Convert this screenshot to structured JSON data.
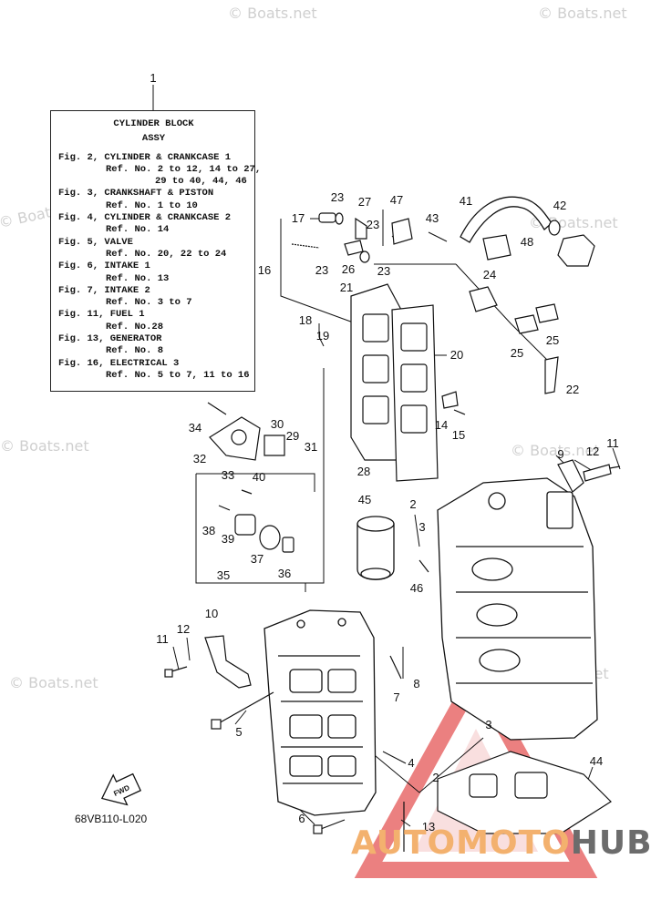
{
  "legend": {
    "title": "CYLINDER BLOCK",
    "subtitle": "ASSY",
    "rows": [
      {
        "fig": "Fig. 2, CYLINDER & CRANKCASE 1",
        "refs": [
          "Ref. No. 2 to 12, 14 to 27,",
          "29 to 40, 44, 46"
        ]
      },
      {
        "fig": "Fig. 3, CRANKSHAFT & PISTON",
        "refs": [
          "Ref. No. 1 to 10"
        ]
      },
      {
        "fig": "Fig. 4, CYLINDER & CRANKCASE 2",
        "refs": [
          "Ref. No. 14"
        ]
      },
      {
        "fig": "Fig. 5, VALVE",
        "refs": [
          "Ref. No. 20, 22 to 24"
        ]
      },
      {
        "fig": "Fig. 6, INTAKE 1",
        "refs": [
          "Ref. No. 13"
        ]
      },
      {
        "fig": "Fig. 7, INTAKE 2",
        "refs": [
          "Ref. No. 3 to 7"
        ]
      },
      {
        "fig": "Fig. 11, FUEL 1",
        "refs": [
          "Ref. No.28"
        ]
      },
      {
        "fig": "Fig. 13, GENERATOR",
        "refs": [
          "Ref. No. 8"
        ]
      },
      {
        "fig": "Fig. 16, ELECTRICAL 3",
        "refs": [
          "Ref. No. 5 to 7, 11 to 16"
        ]
      }
    ]
  },
  "diagram_code": "68VB110-L020",
  "fwd_label": "FWD",
  "watermark": "© Boats.net",
  "brand": {
    "part1": "AUTOMOTO",
    "part2": "HUB"
  },
  "callouts": [
    "1",
    "2",
    "2",
    "3",
    "3",
    "4",
    "5",
    "6",
    "7",
    "8",
    "9",
    "10",
    "11",
    "11",
    "12",
    "12",
    "13",
    "14",
    "15",
    "16",
    "17",
    "18",
    "19",
    "20",
    "21",
    "22",
    "23",
    "23",
    "23",
    "23",
    "24",
    "25",
    "25",
    "26",
    "27",
    "28",
    "29",
    "30",
    "31",
    "32",
    "33",
    "34",
    "35",
    "36",
    "37",
    "38",
    "39",
    "40",
    "41",
    "42",
    "43",
    "44",
    "45",
    "46",
    "47",
    "48"
  ]
}
